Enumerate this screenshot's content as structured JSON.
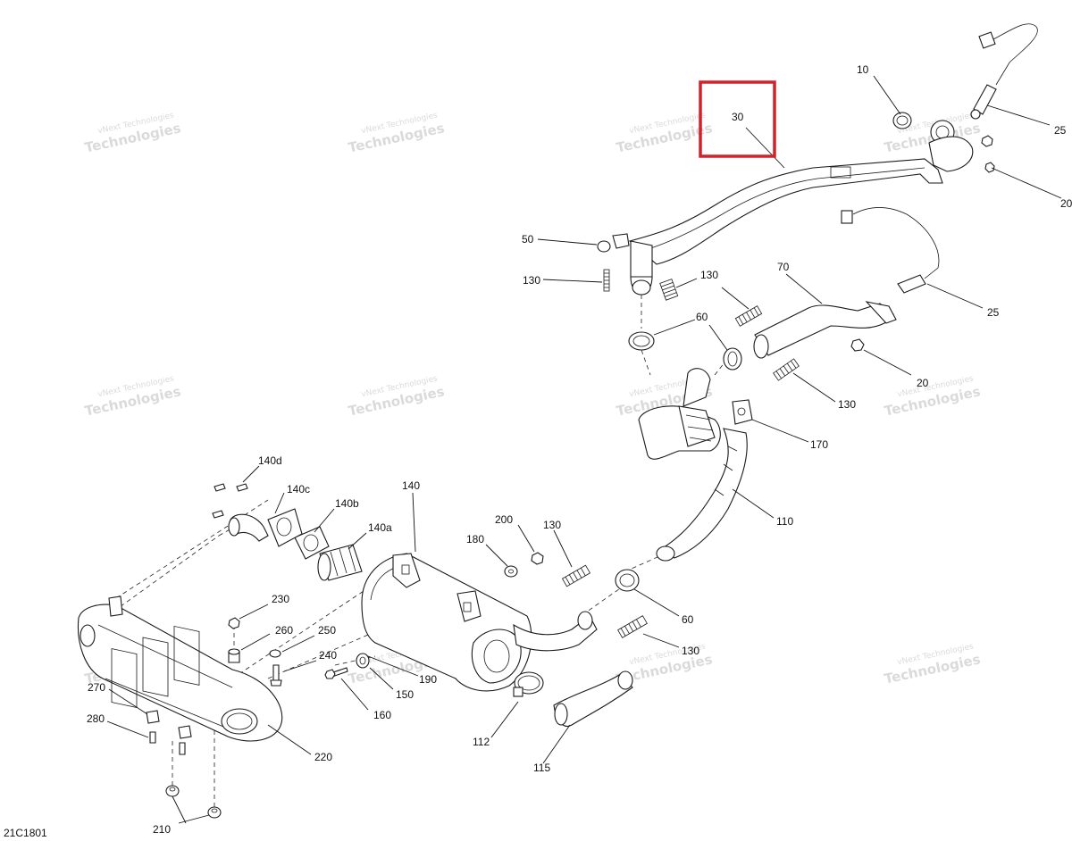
{
  "diagram_code": "21C1801",
  "watermark": {
    "line1": "vNext Technologies",
    "line2": "Technologies"
  },
  "callouts": {
    "c10": "10",
    "c25a": "25",
    "c20a": "20",
    "c30": "30",
    "c25b": "25",
    "c50": "50",
    "c130a": "130",
    "c130b": "130",
    "c70": "70",
    "c60a": "60",
    "c20b": "20",
    "c130c": "130",
    "c170": "170",
    "c110": "110",
    "c140d": "140d",
    "c140c": "140c",
    "c140b": "140b",
    "c140a": "140a",
    "c140": "140",
    "c200": "200",
    "c180": "180",
    "c130d": "130",
    "c60b": "60",
    "c130e": "130",
    "c230": "230",
    "c260": "260",
    "c250": "250",
    "c240": "240",
    "c150": "150",
    "c190": "190",
    "c160": "160",
    "c270": "270",
    "c280": "280",
    "c220": "220",
    "c112": "112",
    "c115": "115",
    "c210": "210"
  },
  "highlighted_callout": "30",
  "highlight_color": "#d3202a"
}
